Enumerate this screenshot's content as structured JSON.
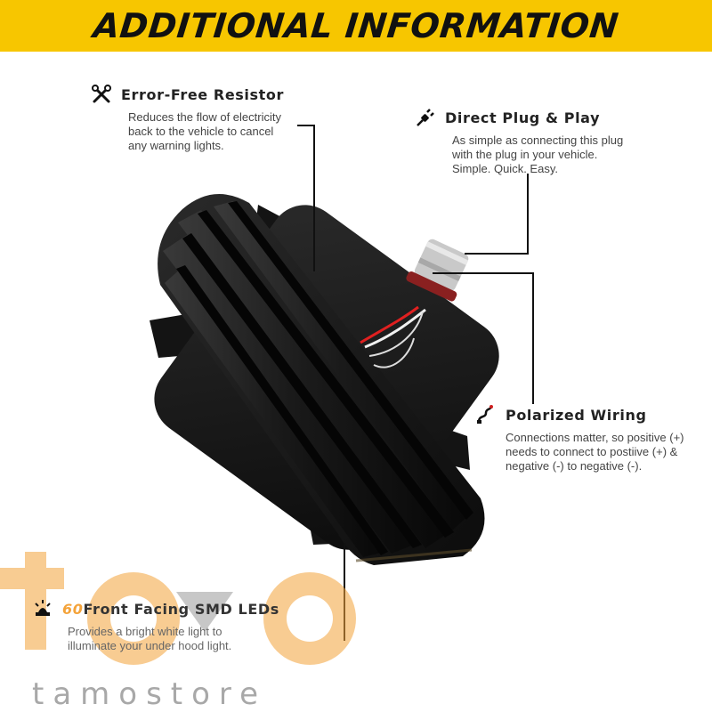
{
  "banner": {
    "title": "ADDITIONAL INFORMATION"
  },
  "features": {
    "resistor": {
      "icon": "tools-icon",
      "title": "Error-Free Resistor",
      "desc": "Reduces the flow of electricity\nback to the vehicle to cancel\nany warning lights."
    },
    "plug": {
      "icon": "plug-icon",
      "title": "Direct Plug & Play",
      "desc": "As simple as connecting this plug\nwith the plug in your vehicle.\nSimple. Quick. Easy."
    },
    "wiring": {
      "icon": "wire-icon",
      "title": "Polarized Wiring",
      "desc": "Connections matter, so positive (+)\nneeds to connect to postiive (+) &\nnegative (-) to negative (-)."
    },
    "leds": {
      "icon": "light-icon",
      "title_highlight": "60",
      "title": "Front Facing SMD LEDs",
      "desc": "Provides a bright white light to\nilluminate your under hood light."
    }
  },
  "watermark": {
    "text": "tamostore"
  },
  "colors": {
    "banner": "#f7c600",
    "watermark": "#f4a33a",
    "ink": "#111111"
  }
}
